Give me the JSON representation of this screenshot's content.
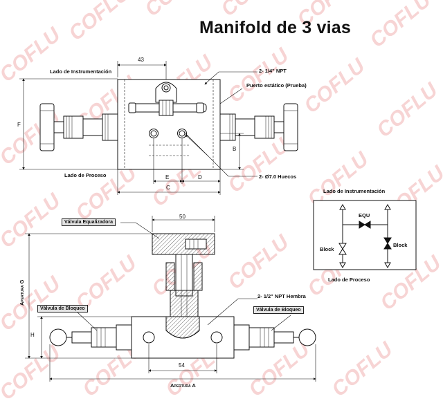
{
  "title": "Manifold de 3 vias",
  "watermark": {
    "text": "COFLU",
    "color": "#f4c6c6"
  },
  "top_view": {
    "instrument_side": "Lado de Instrumentación",
    "process_side": "Lado de Proceso",
    "npt_label": "2- 1/4\" NPT",
    "static_port": "Puerto estático (Prueba)",
    "holes_label": "2- Ø7.0 Huecos",
    "dim_43": "43",
    "dim_f": "F",
    "dim_b": "B",
    "dim_e": "E",
    "dim_d": "D",
    "dim_c": "C"
  },
  "schematic": {
    "instrument_side": "Lado de Instrumentación",
    "process_side": "Lado de Proceso",
    "equ": "EQU",
    "block_left": "Block",
    "block_right": "Block"
  },
  "front_view": {
    "equalizer_valve": "Válvula Equalizadora",
    "block_valve_left": "Válvula de Bloqueo",
    "block_valve_right": "Válvula de Bloqueo",
    "female_npt": "2-  1/2\" NPT Hembra",
    "dim_50": "50",
    "dim_54": "54",
    "dim_h": "H",
    "opening_g": "Apertura G",
    "opening_a": "Apertura A"
  }
}
